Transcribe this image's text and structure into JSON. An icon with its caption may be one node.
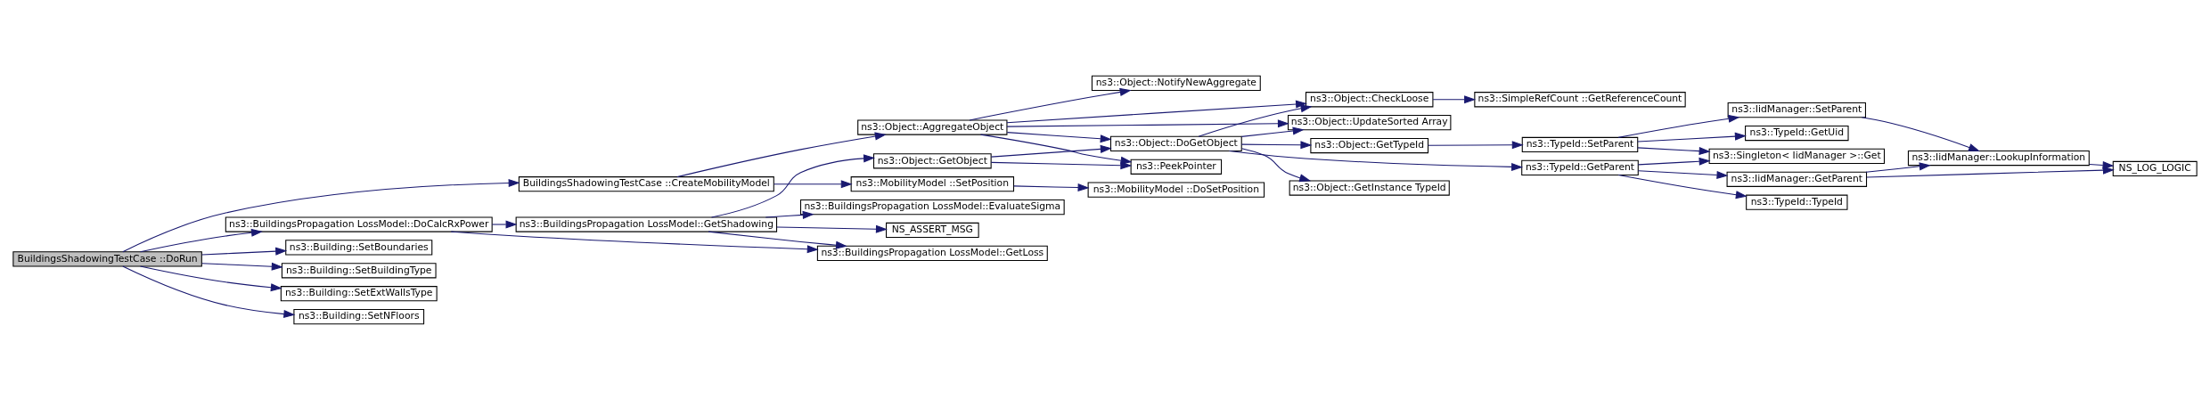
{
  "diagram": {
    "nodes": [
      {
        "text": [
          "BuildingsShadowingTestCase ::DoRun"
        ]
      },
      {
        "text": [
          "BuildingsShadowingTestCase ::CreateMobilityModel"
        ]
      },
      {
        "text": [
          "ns3::BuildingsPropagation LossModel::DoCalcRxPower"
        ]
      },
      {
        "text": [
          "ns3::Building::SetBoundaries"
        ]
      },
      {
        "text": [
          "ns3::Building::SetBuildingType"
        ]
      },
      {
        "text": [
          "ns3::Building::SetExtWallsType"
        ]
      },
      {
        "text": [
          "ns3::Building::SetNFloors"
        ]
      },
      {
        "text": [
          "ns3::BuildingsPropagation LossModel::GetShadowing"
        ]
      },
      {
        "text": [
          "ns3::Object::AggregateObject"
        ]
      },
      {
        "text": [
          "ns3::MobilityModel ::SetPosition"
        ]
      },
      {
        "text": [
          "ns3::BuildingsPropagation LossModel::GetLoss"
        ]
      },
      {
        "text": [
          "ns3::Object::GetObject"
        ]
      },
      {
        "text": [
          "ns3::BuildingsPropagation LossModel::EvaluateSigma"
        ]
      },
      {
        "text": [
          "NS_ASSERT_MSG"
        ]
      },
      {
        "text": [
          "ns3::Object::NotifyNewAggregate"
        ]
      },
      {
        "text": [
          "ns3::PeekPointer"
        ]
      },
      {
        "text": [
          "ns3::Object::DoGetObject"
        ]
      },
      {
        "text": [
          "ns3::MobilityModel ::DoSetPosition"
        ]
      },
      {
        "text": [
          "ns3::Object::CheckLoose"
        ]
      },
      {
        "text": [
          "ns3::Object::UpdateSorted Array"
        ]
      },
      {
        "text": [
          "ns3::Object::GetInstance TypeId"
        ]
      },
      {
        "text": [
          "ns3::Object::GetTypeId"
        ]
      },
      {
        "text": [
          "ns3::SimpleRefCount ::GetReferenceCount"
        ]
      },
      {
        "text": [
          "ns3::TypeId::GetParent"
        ]
      },
      {
        "text": [
          "ns3::TypeId::SetParent"
        ]
      },
      {
        "text": [
          "ns3::TypeId::TypeId"
        ]
      },
      {
        "text": [
          "ns3::IidManager::GetParent"
        ]
      },
      {
        "text": [
          "ns3::Singleton< IidManager >::Get"
        ]
      },
      {
        "text": [
          "ns3::TypeId::GetUid"
        ]
      },
      {
        "text": [
          "ns3::IidManager::SetParent"
        ]
      },
      {
        "text": [
          "ns3::IidManager::LookupInformation"
        ]
      },
      {
        "text": [
          "NS_LOG_LOGIC"
        ]
      }
    ],
    "edges": [
      {
        "from": 0,
        "to": 1,
        "arrow": "to"
      },
      {
        "from": 0,
        "to": 2,
        "arrow": "to"
      },
      {
        "from": 0,
        "to": 3,
        "arrow": "to"
      },
      {
        "from": 0,
        "to": 4,
        "arrow": "to"
      },
      {
        "from": 0,
        "to": 5,
        "arrow": "to"
      },
      {
        "from": 0,
        "to": 6,
        "arrow": "to"
      },
      {
        "from": 1,
        "to": 8,
        "arrow": "to"
      },
      {
        "from": 1,
        "to": 9,
        "arrow": "to"
      },
      {
        "from": 2,
        "to": 10,
        "arrow": "to"
      },
      {
        "from": 2,
        "to": 7,
        "arrow": "to"
      },
      {
        "from": 7,
        "to": 10,
        "arrow": "to"
      },
      {
        "from": 7,
        "to": 11,
        "arrow": "to"
      },
      {
        "from": 7,
        "to": 12,
        "arrow": "to"
      },
      {
        "from": 7,
        "to": 13,
        "arrow": "to"
      },
      {
        "from": 8,
        "to": 18,
        "arrow": "to"
      },
      {
        "from": 8,
        "to": 19,
        "arrow": "to"
      },
      {
        "from": 8,
        "to": 14,
        "arrow": "to"
      },
      {
        "from": 8,
        "to": 15,
        "arrow": "to"
      },
      {
        "from": 8,
        "to": 16,
        "arrow": "to"
      },
      {
        "from": 9,
        "to": 17,
        "arrow": "to"
      },
      {
        "from": 11,
        "to": 15,
        "arrow": "to"
      },
      {
        "from": 11,
        "to": 16,
        "arrow": "to"
      },
      {
        "from": 16,
        "to": 18,
        "arrow": "to"
      },
      {
        "from": 16,
        "to": 19,
        "arrow": "to"
      },
      {
        "from": 16,
        "to": 23,
        "arrow": "to"
      },
      {
        "from": 16,
        "to": 20,
        "arrow": "to"
      },
      {
        "from": 16,
        "to": 21,
        "arrow": "to"
      },
      {
        "from": 18,
        "to": 22,
        "arrow": "to"
      },
      {
        "from": 21,
        "to": 24,
        "arrow": "to"
      },
      {
        "from": 23,
        "to": 25,
        "arrow": "to"
      },
      {
        "from": 23,
        "to": 26,
        "arrow": "to"
      },
      {
        "from": 23,
        "to": 27,
        "arrow": "to"
      },
      {
        "from": 24,
        "to": 27,
        "arrow": "to"
      },
      {
        "from": 24,
        "to": 28,
        "arrow": "to"
      },
      {
        "from": 24,
        "to": 29,
        "arrow": "to"
      },
      {
        "from": 26,
        "to": 31,
        "arrow": "to"
      },
      {
        "from": 26,
        "to": 30,
        "arrow": "to"
      },
      {
        "from": 29,
        "to": 30,
        "arrow": "to"
      },
      {
        "from": 30,
        "to": 31,
        "arrow": "to"
      }
    ]
  }
}
